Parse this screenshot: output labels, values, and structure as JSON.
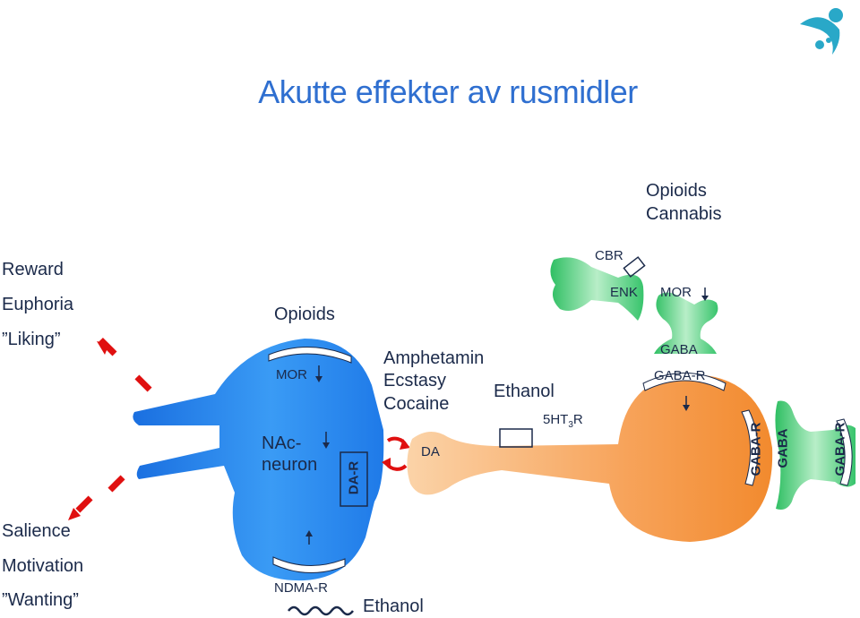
{
  "title": "Akutte effekter av rusmidler",
  "left_top": [
    "Reward",
    "Euphoria",
    "”Liking”"
  ],
  "left_bottom": [
    "Salience",
    "Motivation",
    "”Wanting”"
  ],
  "nac": {
    "opioids": "Opioids",
    "mor": "MOR",
    "neuron_line1": "NAc-",
    "neuron_line2": "neuron",
    "da_r": "DA-R",
    "ndma_r": "NDMA-R",
    "ethanol": "Ethanol"
  },
  "synapse": {
    "drugs": [
      "Amphetamin",
      "Ecstasy",
      "Cocaine"
    ],
    "ethanol": "Ethanol",
    "da": "DA",
    "receptor_5ht3": "5HT",
    "receptor_5ht3_sub": "3",
    "receptor_5ht3_suffix": "R"
  },
  "vta": {
    "top_drugs": [
      "Opioids",
      "Cannabis"
    ],
    "cbr": "CBR",
    "enk": "ENK",
    "mor": "MOR",
    "gaba": "GABA",
    "gaba_r": "GABA-R",
    "gaba_r_right1": "GABA-R",
    "gaba_right": "GABA",
    "gaba_r_right2": "GABA-R"
  },
  "colors": {
    "title": "#2f6fd0",
    "blue_neuron": "#2d8cf0",
    "orange_neuron": "#f7923a",
    "green_neuron": "#3fc46e",
    "arrow_red": "#e01010",
    "logo": "#29a8c8"
  },
  "logo_icon": "person-logo-icon"
}
